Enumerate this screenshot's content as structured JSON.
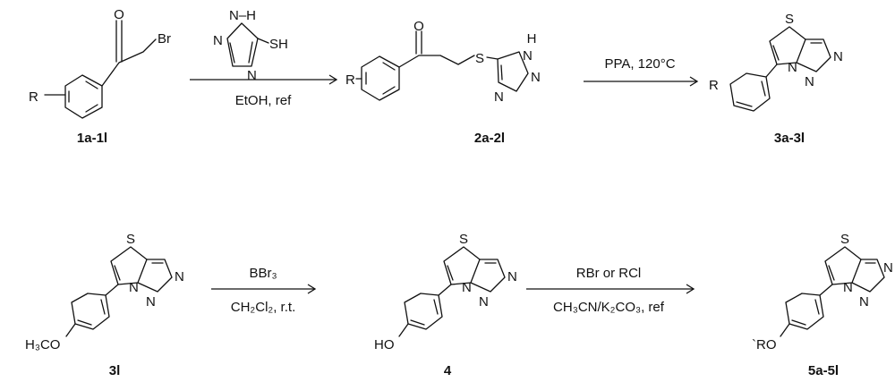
{
  "top_row": {
    "reactant_1": {
      "label": "1a-1l",
      "atoms": {
        "oxygen": "O",
        "bromine": "Br",
        "substituent": "R"
      }
    },
    "reagent_triazole": {
      "atoms": {
        "nh": "N–H",
        "n_top_left": "N",
        "n_bottom": "N",
        "sh": "SH"
      }
    },
    "step_1_conditions": "EtOH, ref",
    "product_2": {
      "label": "2a-2l",
      "atoms": {
        "oxygen": "O",
        "sulfur": "S",
        "substituent": "R",
        "nh_h": "H",
        "nh_n": "N",
        "n_right": "N",
        "n_bottom": "N"
      }
    },
    "step_2_conditions": "PPA, 120°C",
    "product_3": {
      "label": "3a-3l",
      "atoms": {
        "sulfur": "S",
        "substituent": "R",
        "n_ring": "N",
        "n_right": "N",
        "n_bottom": "N"
      }
    }
  },
  "bottom_row": {
    "compound_3l": {
      "label": "3l",
      "atoms": {
        "sulfur": "S",
        "methoxy": "H₃CO",
        "n_ring": "N",
        "n_right": "N",
        "n_bottom": "N"
      }
    },
    "step_3_reagent": "BBr₃",
    "step_3_conditions": "CH₂Cl₂, r.t.",
    "compound_4": {
      "label": "4",
      "atoms": {
        "sulfur": "S",
        "hydroxy": "HO",
        "n_ring": "N",
        "n_right": "N",
        "n_bottom": "N"
      }
    },
    "step_4_reagent": "RBr or  RCl",
    "step_4_conditions": "CH₃CN/K₂CO₃, ref",
    "compound_5": {
      "label": "5a-5l",
      "atoms": {
        "sulfur": "S",
        "alkoxy": "`RO",
        "n_ring": "N",
        "n_right": "N",
        "n_bottom": "N"
      }
    }
  }
}
